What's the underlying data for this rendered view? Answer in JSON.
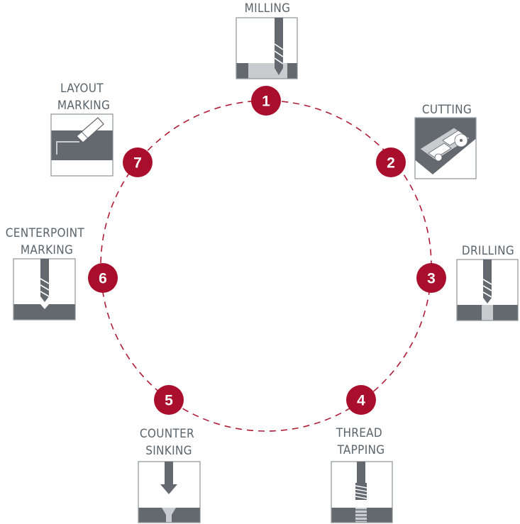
{
  "steps": [
    {
      "number": "1",
      "label_lines": [
        "MILLING"
      ],
      "icon": "milling-icon"
    },
    {
      "number": "2",
      "label_lines": [
        "CUTTING"
      ],
      "icon": "cutting-icon"
    },
    {
      "number": "3",
      "label_lines": [
        "DRILLING"
      ],
      "icon": "drilling-icon"
    },
    {
      "number": "4",
      "label_lines": [
        "THREAD",
        "TAPPING"
      ],
      "icon": "thread-tapping-icon"
    },
    {
      "number": "5",
      "label_lines": [
        "COUNTER",
        "SINKING"
      ],
      "icon": "counter-sinking-icon"
    },
    {
      "number": "6",
      "label_lines": [
        "CENTERPOINT",
        "MARKING"
      ],
      "icon": "centerpoint-marking-icon"
    },
    {
      "number": "7",
      "label_lines": [
        "LAYOUT",
        "MARKING"
      ],
      "icon": "layout-marking-icon"
    }
  ],
  "colors": {
    "accent_red": "#a90e2d",
    "dash_red": "#b01c36",
    "label_gray": "#5b646b",
    "metal_dark": "#63696e",
    "metal_light": "#c9cccf",
    "frame_gray": "#8c9297"
  }
}
